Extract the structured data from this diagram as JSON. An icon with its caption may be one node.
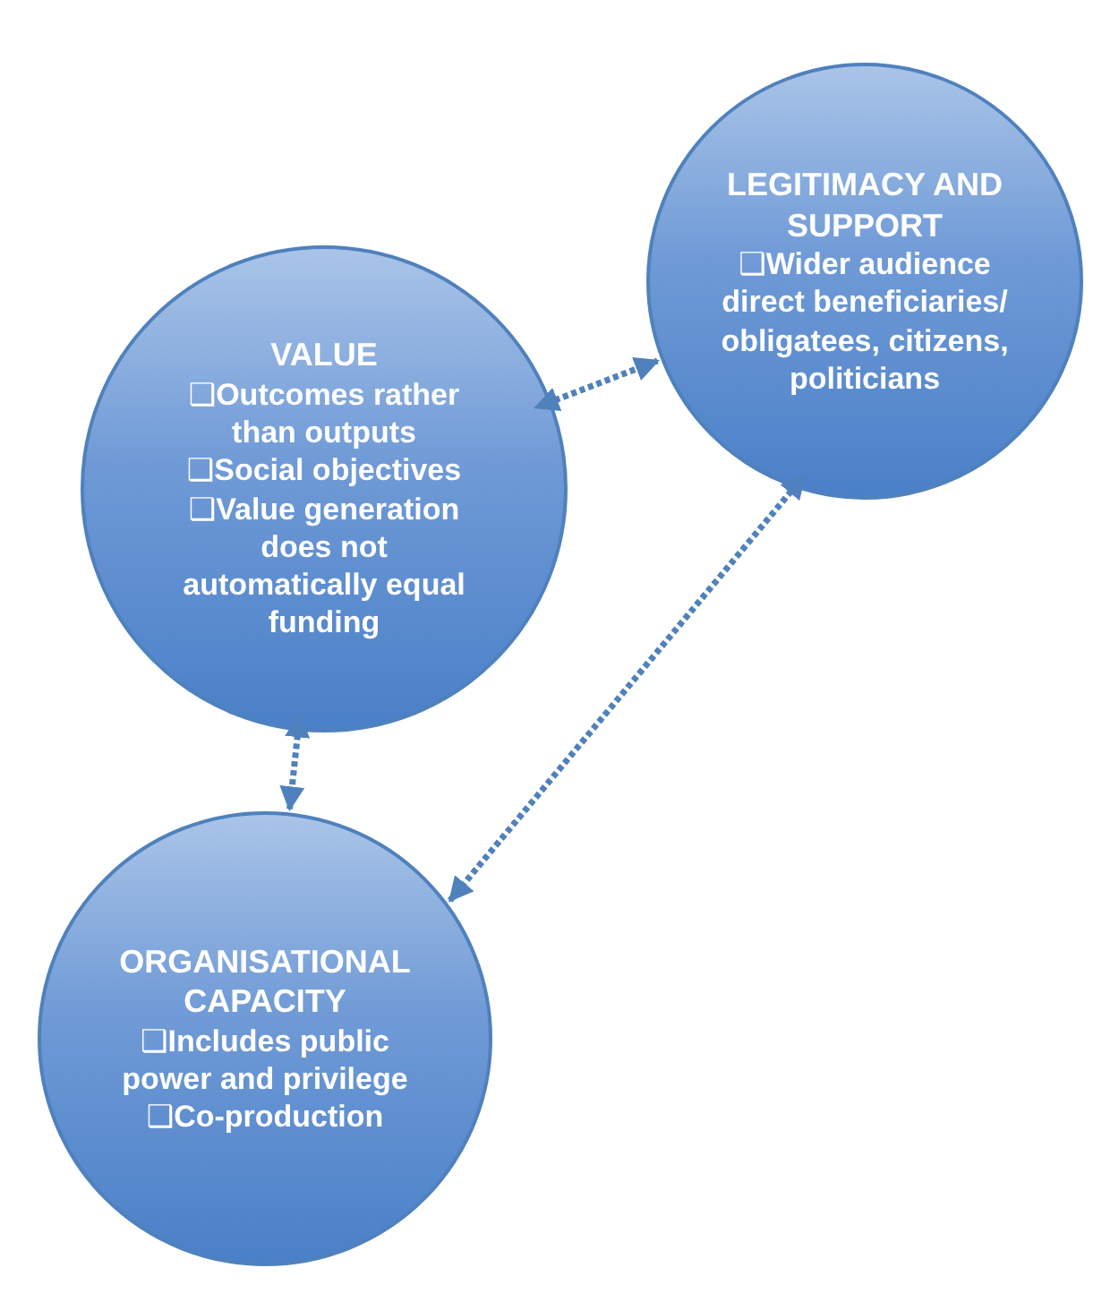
{
  "diagram": {
    "nodes": [
      {
        "text": [
          "LEGITIMACY AND SUPPORT",
          "❑Wider audience direct beneficiaries/ obligatees, citizens, politicians"
        ]
      },
      {
        "text": [
          "VALUE",
          "❑Outcomes rather than outputs",
          "❑Social objectives",
          "❑Value generation does not automatically equal funding"
        ]
      },
      {
        "text": [
          "ORGANISATIONAL CAPACITY",
          "❑Includes public power and privilege",
          "❑Co-production"
        ]
      }
    ],
    "edges": [
      {
        "from": 1,
        "to": 0,
        "arrow": "both",
        "style": "dashed"
      },
      {
        "from": 1,
        "to": 2,
        "arrow": "both",
        "style": "dashed"
      },
      {
        "from": 0,
        "to": 2,
        "arrow": "both",
        "style": "dashed"
      }
    ]
  }
}
